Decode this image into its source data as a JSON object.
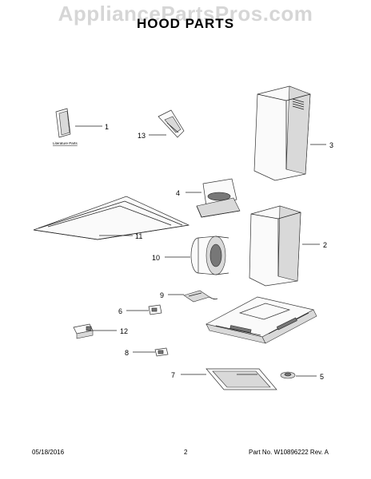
{
  "watermark": "AppliancePartsPros.com",
  "title": "HOOD PARTS",
  "literature_label": "Literature Parts",
  "callouts": {
    "c1": "1",
    "c2": "2",
    "c3": "3",
    "c4": "4",
    "c5": "5",
    "c6": "6",
    "c7": "7",
    "c8": "8",
    "c9": "9",
    "c10": "10",
    "c11": "11",
    "c12": "12",
    "c13": "13"
  },
  "footer": {
    "date": "05/18/2016",
    "page": "2",
    "part_info": "Part No. W10896222  Rev. A"
  }
}
